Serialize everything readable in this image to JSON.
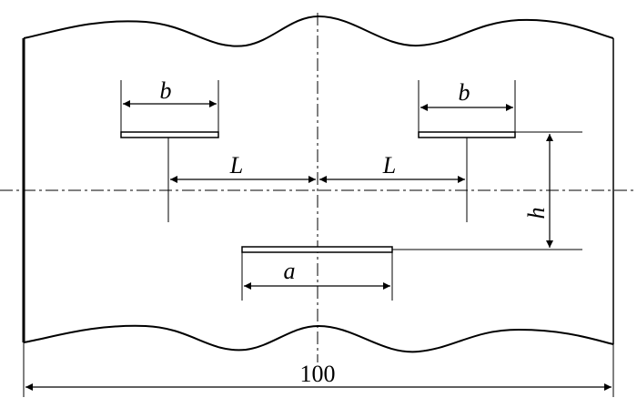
{
  "labels": {
    "slot_width_left": "b",
    "slot_width_right": "b",
    "offset_left": "L",
    "offset_right": "L",
    "vertical_offset": "h",
    "bottom_slot_width": "a",
    "overall_width": "100"
  },
  "colors": {
    "line": "#000000",
    "background": "#ffffff"
  }
}
